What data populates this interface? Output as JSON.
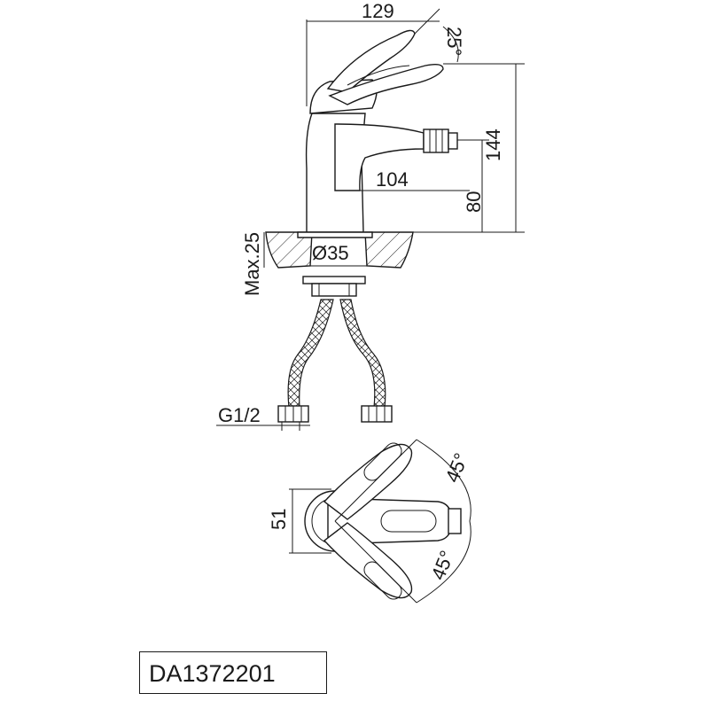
{
  "dimensions": {
    "spout_reach_total": "129",
    "lever_angle": "25°",
    "total_height": "144",
    "spout_reach": "104",
    "spout_height": "80",
    "max_thickness": "Max.25",
    "hole_diameter": "Ø35",
    "inlet_thread": "G1/2",
    "body_width": "51",
    "rotation_upper": "45°",
    "rotation_lower": "45°"
  },
  "model_code": "DA1372201"
}
